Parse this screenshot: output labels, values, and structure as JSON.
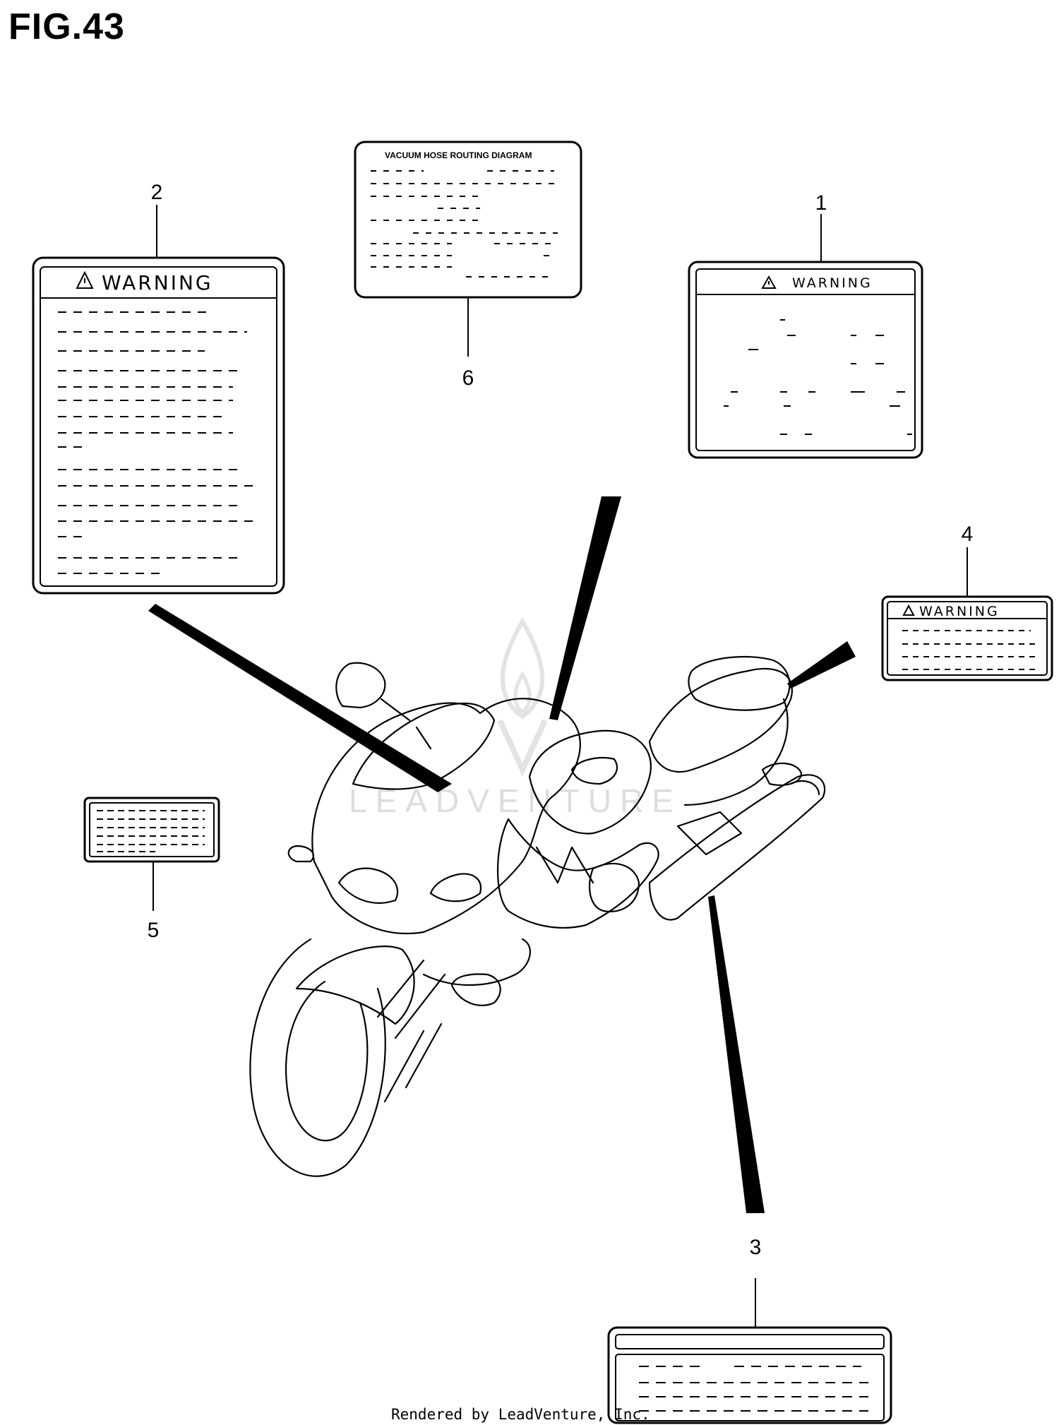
{
  "figure": {
    "title": "FIG.43"
  },
  "callouts": [
    "1",
    "2",
    "3",
    "4",
    "5",
    "6"
  ],
  "labels": {
    "warning_1": "WARNING",
    "warning_2": "WARNING",
    "warning_4": "WARNING",
    "vacuum_hose": "VACUUM HOSE ROUTING DIAGRAM"
  },
  "watermark": "LEADVENTURE",
  "footer": "Rendered by LeadVenture, Inc."
}
